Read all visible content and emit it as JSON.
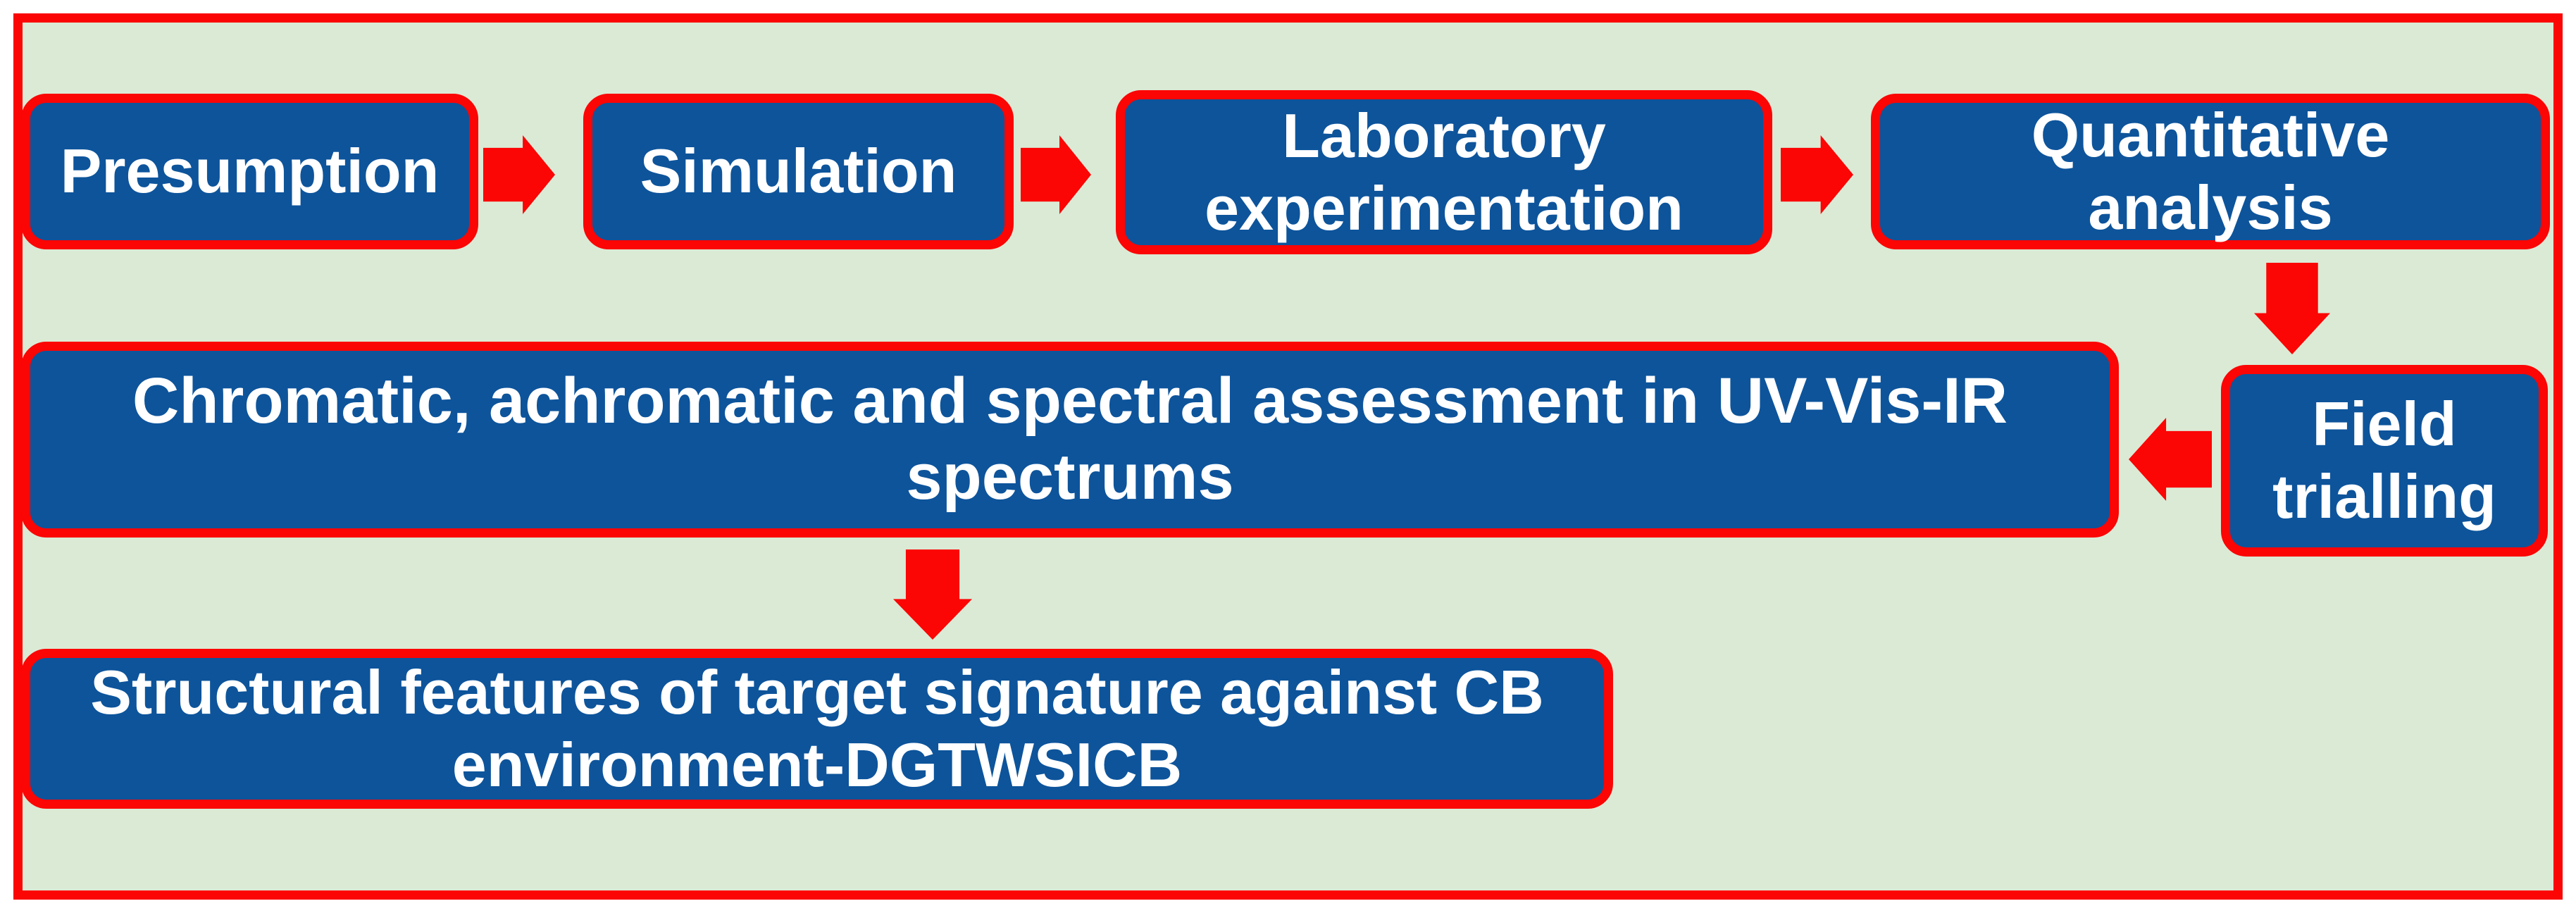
{
  "diagram": {
    "colors": {
      "background": "#dbead5",
      "box_fill": "#0d549b",
      "border_and_arrows": "#fb0505",
      "text": "#ffffff"
    },
    "boxes": [
      {
        "id": "presumption",
        "label": "Presumption",
        "lines": [
          "Presumption"
        ]
      },
      {
        "id": "simulation",
        "label": "Simulation",
        "lines": [
          "Simulation"
        ]
      },
      {
        "id": "laboratory-experimentation",
        "label": "Laboratory experimentation",
        "lines": [
          "Laboratory",
          "experimentation"
        ]
      },
      {
        "id": "quantitative-analysis",
        "label": "Quantitative analysis",
        "lines": [
          "Quantitative",
          "analysis"
        ]
      },
      {
        "id": "field-trialling",
        "label": "Field trialling",
        "lines": [
          "Field",
          "trialling"
        ]
      },
      {
        "id": "assessment",
        "label": "Chromatic, achromatic and spectral assessment in UV-Vis-IR spectrums",
        "lines": [
          "Chromatic, achromatic and spectral assessment in UV-Vis-IR",
          "spectrums"
        ]
      },
      {
        "id": "structural-features",
        "label": "Structural features of target signature against CB environment-DGTWSICB",
        "lines": [
          "Structural features of target signature against CB",
          "environment-DGTWSICB"
        ]
      }
    ],
    "arrows": [
      {
        "direction": "right",
        "from": "Presumption",
        "to": "Simulation"
      },
      {
        "direction": "right",
        "from": "Simulation",
        "to": "Laboratory experimentation"
      },
      {
        "direction": "right",
        "from": "Laboratory experimentation",
        "to": "Quantitative analysis"
      },
      {
        "direction": "down",
        "from": "Quantitative analysis",
        "to": "Field trialling"
      },
      {
        "direction": "left",
        "from": "Field trialling",
        "to": "Chromatic, achromatic and spectral assessment in UV-Vis-IR spectrums"
      },
      {
        "direction": "down",
        "from": "Chromatic, achromatic and spectral assessment in UV-Vis-IR spectrums",
        "to": "Structural features of target signature against CB environment-DGTWSICB"
      }
    ]
  }
}
